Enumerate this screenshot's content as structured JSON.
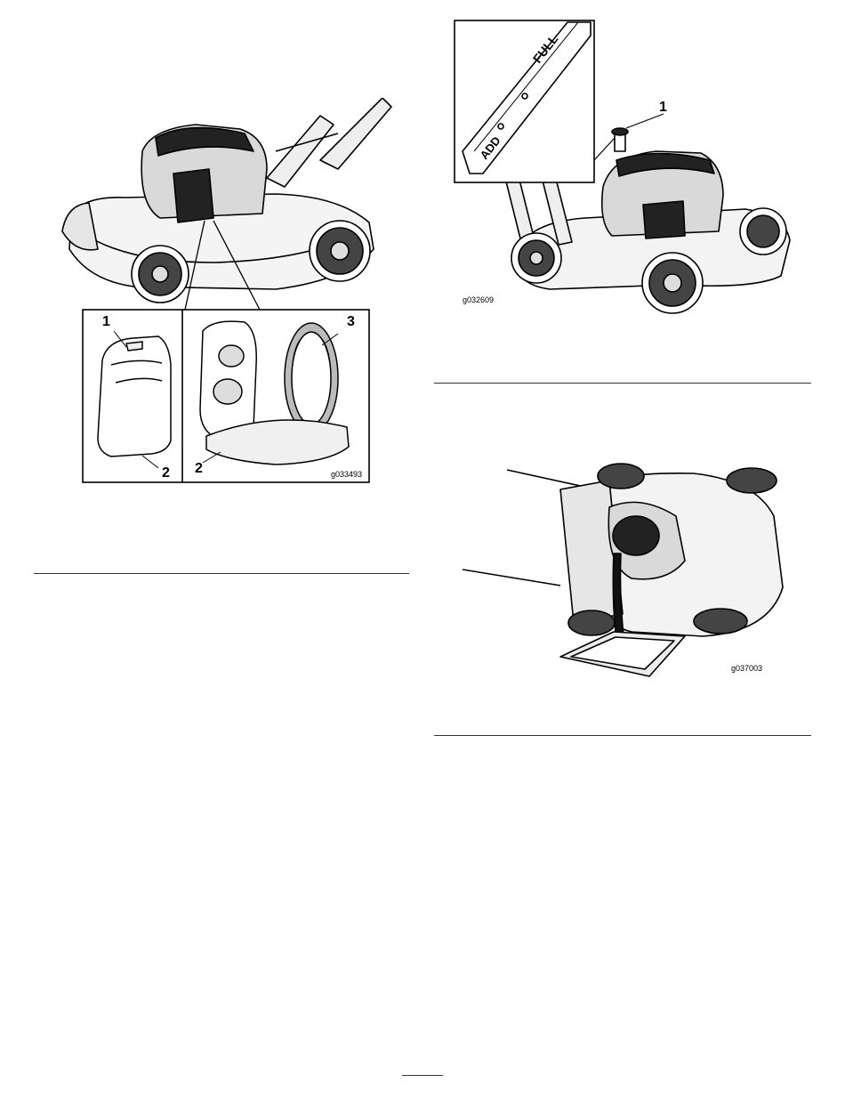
{
  "figures": [
    {
      "id": "g033493",
      "callouts": [
        "1",
        "2",
        "2",
        "3"
      ]
    },
    {
      "id": "g032609",
      "dipstick_labels": {
        "add": "ADD",
        "full": "FULL"
      },
      "callouts": [
        "1"
      ]
    },
    {
      "id": "g037003"
    }
  ]
}
